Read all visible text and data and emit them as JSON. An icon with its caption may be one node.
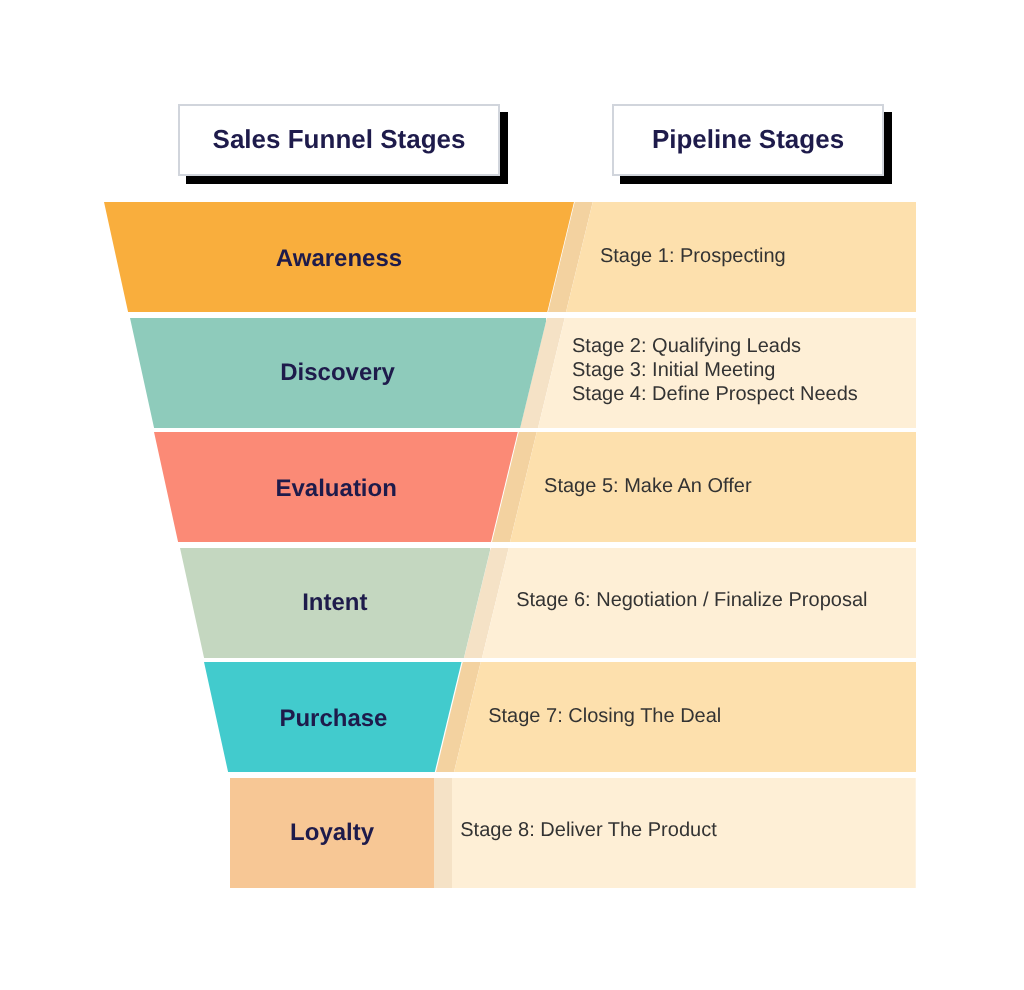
{
  "diagram": {
    "nodes": [
      {
        "text": [
          "Sales Funnel Stages"
        ]
      },
      {
        "text": [
          "Pipeline Stages"
        ]
      },
      {
        "text": [
          "Awareness"
        ]
      },
      {
        "text": [
          "Stage 1: Prospecting"
        ]
      },
      {
        "text": [
          "Discovery"
        ]
      },
      {
        "text": [
          "Stage 2: Qualifying Leads",
          "Stage 3: Initial Meeting",
          "Stage 4: Define Prospect Needs"
        ]
      },
      {
        "text": [
          "Evaluation"
        ]
      },
      {
        "text": [
          "Stage 5: Make An Offer"
        ]
      },
      {
        "text": [
          "Intent"
        ]
      },
      {
        "text": [
          "Stage 6: Negotiation / Finalize Proposal"
        ]
      },
      {
        "text": [
          "Purchase"
        ]
      },
      {
        "text": [
          "Stage 7: Closing The Deal"
        ]
      },
      {
        "text": [
          "Loyalty"
        ]
      },
      {
        "text": [
          "Stage 8: Deliver The Product"
        ]
      }
    ]
  }
}
